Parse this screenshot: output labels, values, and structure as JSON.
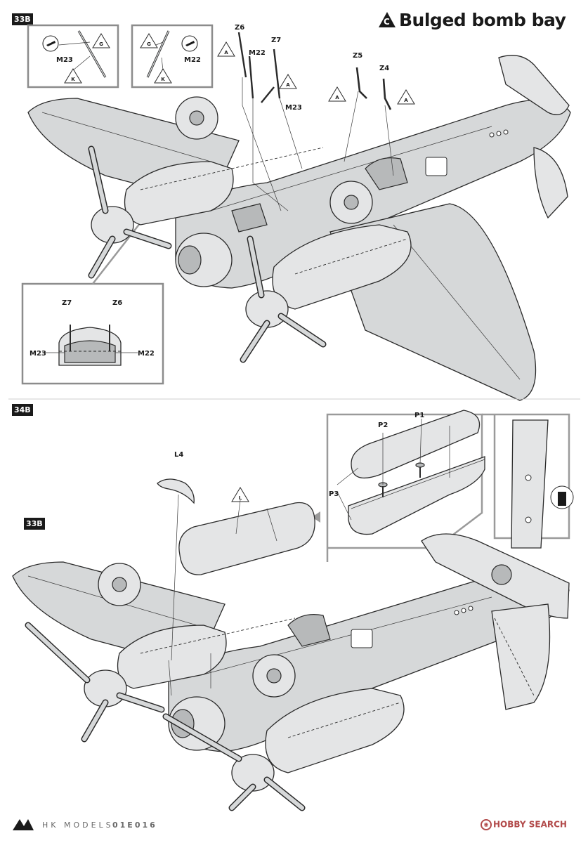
{
  "header": {
    "title": "Bulged bomb bay",
    "title_icon_letter": "C"
  },
  "steps": {
    "s33": "33B",
    "s34": "34B",
    "s33_ref": "33B"
  },
  "step33": {
    "inset_left": {
      "part": "M23",
      "tri1": "G",
      "tri2": "K"
    },
    "inset_right": {
      "part": "M22",
      "tri1": "G",
      "tri2": "K"
    },
    "callouts": {
      "z6": "Z6",
      "z7": "Z7",
      "z5": "Z5",
      "z4": "Z4",
      "m22": "M22",
      "m23": "M23",
      "tri_a": "A"
    },
    "detail": {
      "z7": "Z7",
      "z6": "Z6",
      "m23": "M23",
      "m22": "M22"
    }
  },
  "step34": {
    "l4": "L4",
    "tri_l": "L",
    "p1": "P1",
    "p2": "P2",
    "p3": "P3"
  },
  "footer": {
    "brand": "HK MODELS",
    "code": "01E016",
    "watermark": "HOBBY SEARCH"
  },
  "colors": {
    "ink": "#1a1a1a",
    "part_fill": "#d6d8d9",
    "frame": "#8c8c8c",
    "watermark": "#b24a4a"
  }
}
